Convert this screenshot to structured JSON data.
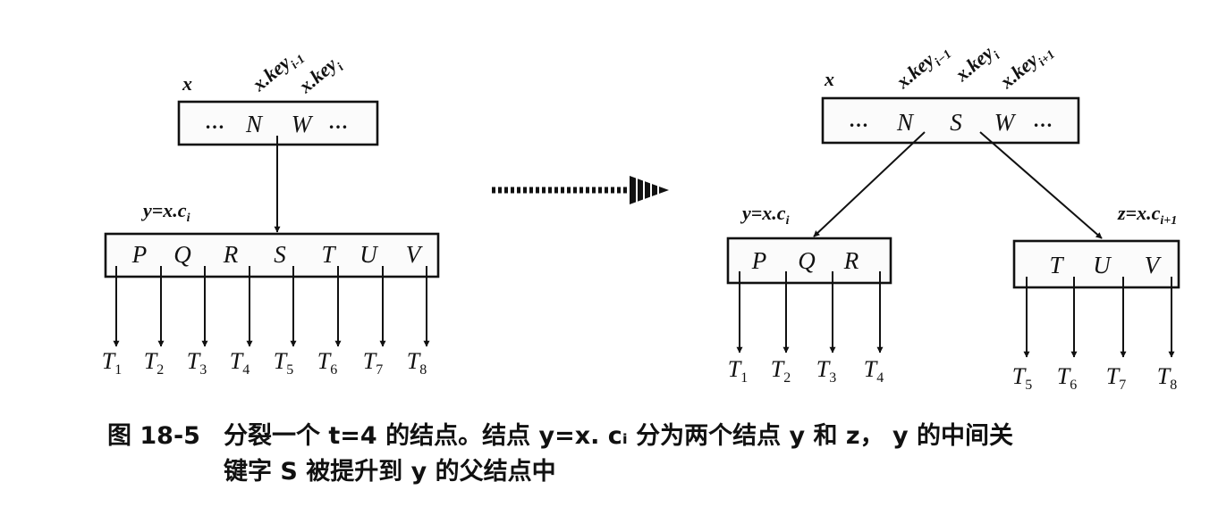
{
  "before": {
    "parent": {
      "label": "x",
      "keys": [
        "…",
        "N",
        "W",
        "…"
      ],
      "key_labels": [
        {
          "base": "x.key",
          "sub": "i-1"
        },
        {
          "base": "x.key",
          "sub": "i"
        }
      ]
    },
    "child": {
      "label_base": "y=x.c",
      "label_sub": "i",
      "keys": [
        "P",
        "Q",
        "R",
        "S",
        "T",
        "U",
        "V"
      ],
      "subtrees": [
        {
          "base": "T",
          "sub": "1"
        },
        {
          "base": "T",
          "sub": "2"
        },
        {
          "base": "T",
          "sub": "3"
        },
        {
          "base": "T",
          "sub": "4"
        },
        {
          "base": "T",
          "sub": "5"
        },
        {
          "base": "T",
          "sub": "6"
        },
        {
          "base": "T",
          "sub": "7"
        },
        {
          "base": "T",
          "sub": "8"
        }
      ]
    }
  },
  "after": {
    "parent": {
      "label": "x",
      "keys": [
        "…",
        "N",
        "S",
        "W",
        "…"
      ],
      "key_labels": [
        {
          "base": "x.key",
          "sub": "i−1"
        },
        {
          "base": "x.key",
          "sub": "i"
        },
        {
          "base": "x.key",
          "sub": "i+1"
        }
      ]
    },
    "left_child": {
      "label_base": "y=x.c",
      "label_sub": "i",
      "keys": [
        "P",
        "Q",
        "R"
      ],
      "subtrees": [
        {
          "base": "T",
          "sub": "1"
        },
        {
          "base": "T",
          "sub": "2"
        },
        {
          "base": "T",
          "sub": "3"
        },
        {
          "base": "T",
          "sub": "4"
        }
      ]
    },
    "right_child": {
      "label_base": "z=x.c",
      "label_sub": "i+1",
      "keys": [
        "T",
        "U",
        "V"
      ],
      "subtrees": [
        {
          "base": "T",
          "sub": "5"
        },
        {
          "base": "T",
          "sub": "6"
        },
        {
          "base": "T",
          "sub": "7"
        },
        {
          "base": "T",
          "sub": "8"
        }
      ]
    }
  },
  "transition_arrow": "dotted-arrow",
  "caption": {
    "figure_number": "图 18-5",
    "line1": "分裂一个 t=4 的结点。结点 y=x. cᵢ 分为两个结点 y 和 z， y 的中间关",
    "line2": "键字 S 被提升到 y 的父结点中"
  }
}
